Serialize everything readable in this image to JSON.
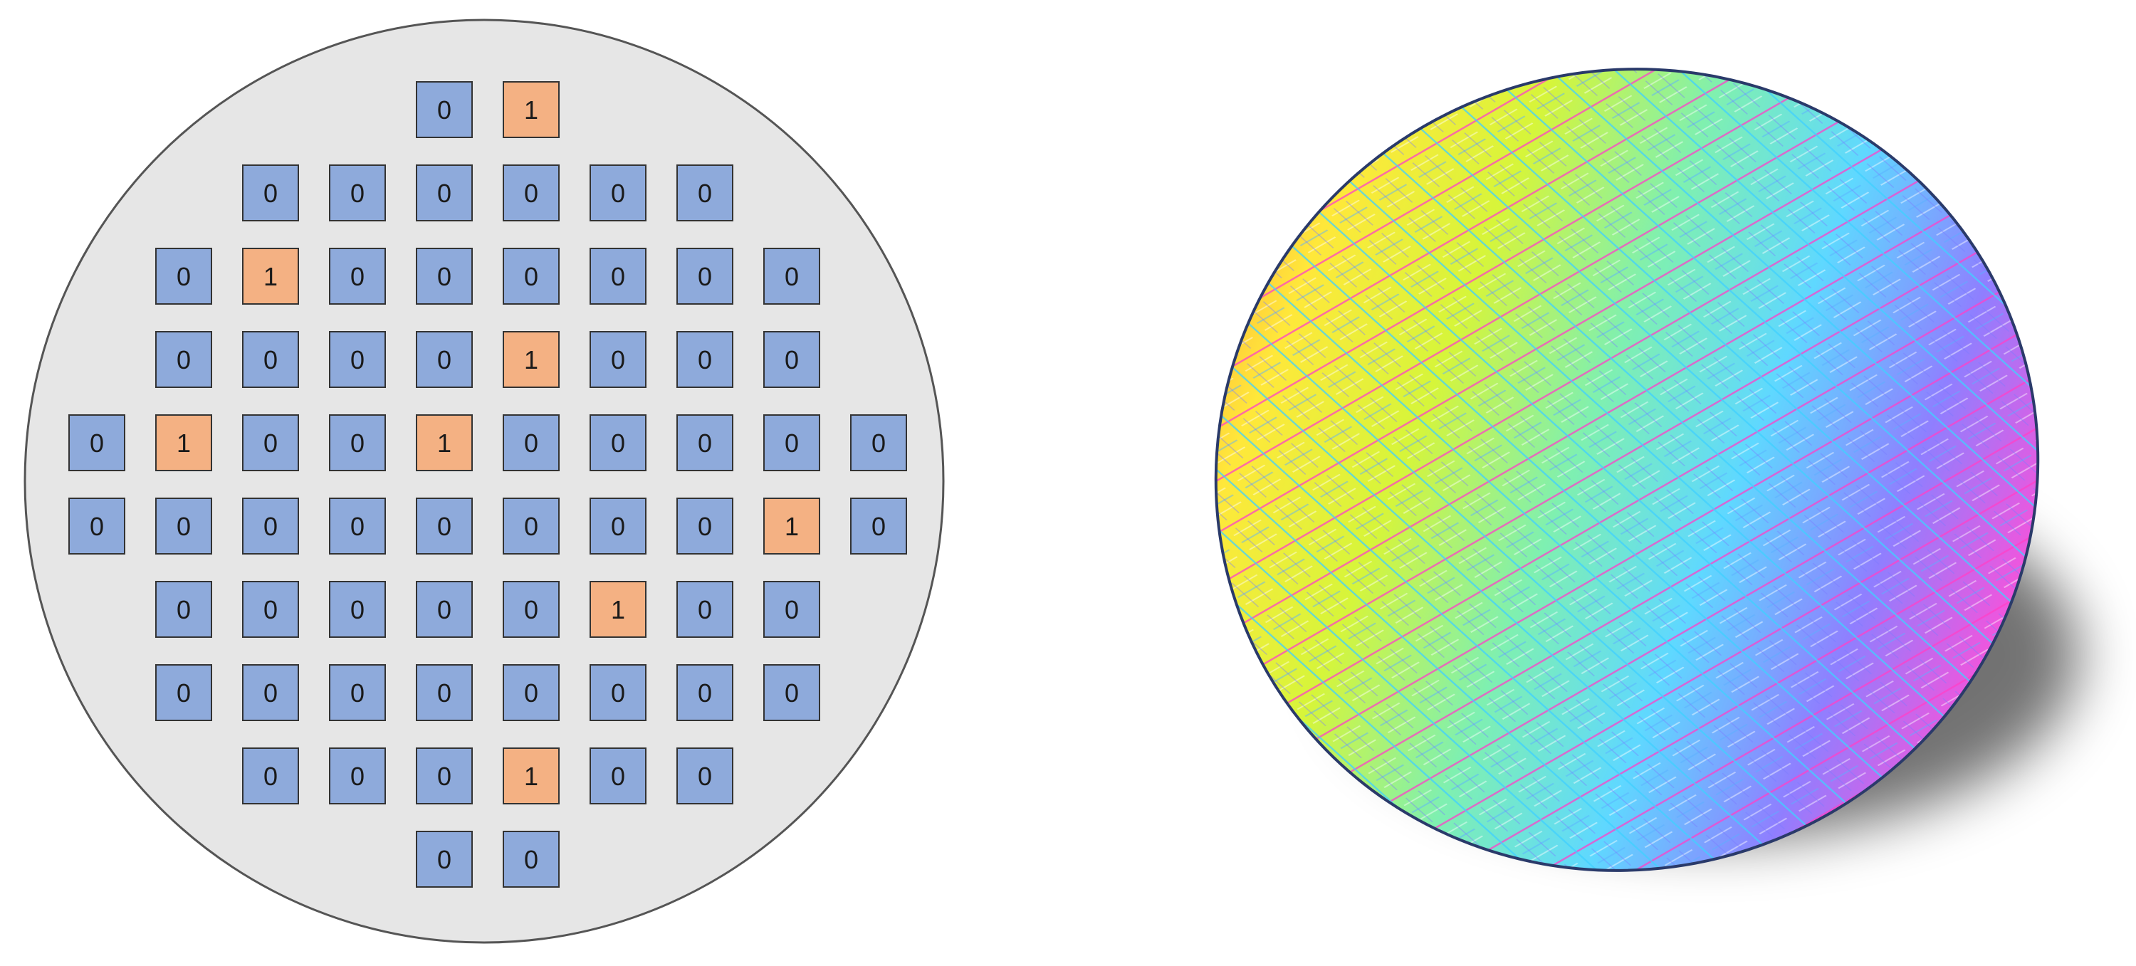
{
  "wafer_map": {
    "colors": {
      "wafer_fill": "#e6e6e6",
      "wafer_edge": "#555555",
      "pass_die": "#8eaadb",
      "fail_die": "#f4b183",
      "die_border": "#333333"
    },
    "rows": [
      [
        null,
        null,
        null,
        null,
        0,
        1,
        null,
        null,
        null,
        null
      ],
      [
        null,
        null,
        0,
        0,
        0,
        0,
        0,
        0,
        null,
        null
      ],
      [
        null,
        0,
        1,
        0,
        0,
        0,
        0,
        0,
        0,
        null
      ],
      [
        null,
        0,
        0,
        0,
        0,
        1,
        0,
        0,
        0,
        null
      ],
      [
        0,
        1,
        0,
        0,
        1,
        0,
        0,
        0,
        0,
        0
      ],
      [
        0,
        0,
        0,
        0,
        0,
        0,
        0,
        0,
        1,
        0
      ],
      [
        null,
        0,
        0,
        0,
        0,
        0,
        1,
        0,
        0,
        null
      ],
      [
        null,
        0,
        0,
        0,
        0,
        0,
        0,
        0,
        0,
        null
      ],
      [
        null,
        null,
        0,
        0,
        0,
        1,
        0,
        0,
        null,
        null
      ],
      [
        null,
        null,
        null,
        null,
        0,
        0,
        null,
        null,
        null,
        null
      ]
    ]
  },
  "wafer_photo": {
    "icon": "silicon-wafer-illustration",
    "colors": [
      "#ff3fa0",
      "#ff8f3a",
      "#ffe83a",
      "#d6f53a",
      "#7ff0b0",
      "#5fd8ff",
      "#8f7fff",
      "#ff4fd8"
    ]
  }
}
